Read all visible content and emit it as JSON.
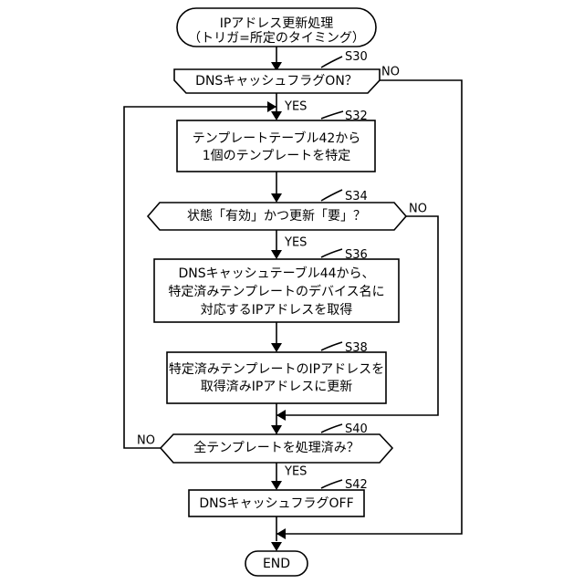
{
  "start": {
    "line1": "IPアドレス更新処理",
    "line2": "（トリガ=所定のタイミング）"
  },
  "steps": {
    "s30": {
      "label": "S30",
      "text": "DNSキャッシュフラグON？"
    },
    "s32": {
      "label": "S32",
      "line1": "テンプレートテーブル42から",
      "line2": "1個のテンプレートを特定"
    },
    "s34": {
      "label": "S34",
      "text": "状態「有効」かつ更新「要」？"
    },
    "s36": {
      "label": "S36",
      "line1": "DNSキャッシュテーブル44から、",
      "line2": "特定済みテンプレートのデバイス名に",
      "line3": "対応するIPアドレスを取得"
    },
    "s38": {
      "label": "S38",
      "line1": "特定済みテンプレートのIPアドレスを",
      "line2": "取得済みIPアドレスに更新"
    },
    "s40": {
      "label": "S40",
      "text": "全テンプレートを処理済み？"
    },
    "s42": {
      "label": "S42",
      "text": "DNSキャッシュフラグOFF"
    }
  },
  "branches": {
    "yes": "YES",
    "no": "NO"
  },
  "end": {
    "text": "END"
  }
}
